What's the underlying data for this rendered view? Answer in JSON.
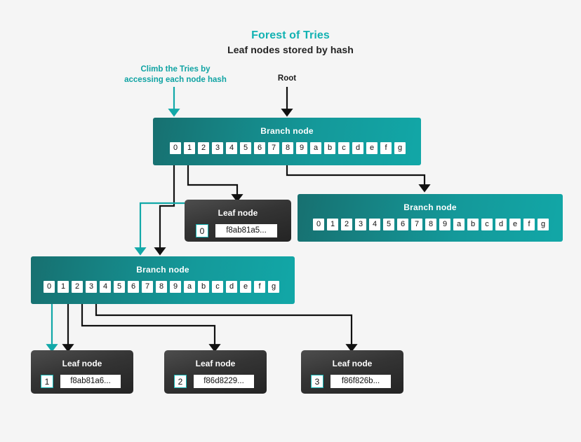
{
  "header": {
    "title": "Forest of Tries",
    "subtitle": "Leaf nodes stored by hash",
    "title_color": "#12b2b2"
  },
  "annotations": {
    "climb": "Climb the Tries by\naccessing each node hash",
    "climb_color": "#0fa3a3",
    "root": "Root",
    "root_color": "#1a1a1a"
  },
  "labels": {
    "branch_node": "Branch node",
    "leaf_node": "Leaf node"
  },
  "nibbles": [
    "0",
    "1",
    "2",
    "3",
    "4",
    "5",
    "6",
    "7",
    "8",
    "9",
    "a",
    "b",
    "c",
    "d",
    "e",
    "f",
    "g"
  ],
  "branch_nodes": [
    {
      "id": "root-branch",
      "label": "Branch node",
      "cells": [
        "0",
        "1",
        "2",
        "3",
        "4",
        "5",
        "6",
        "7",
        "8",
        "9",
        "a",
        "b",
        "c",
        "d",
        "e",
        "f",
        "g"
      ]
    },
    {
      "id": "right-branch",
      "label": "Branch node",
      "cells": [
        "0",
        "1",
        "2",
        "3",
        "4",
        "5",
        "6",
        "7",
        "8",
        "9",
        "a",
        "b",
        "c",
        "d",
        "e",
        "f",
        "g"
      ]
    },
    {
      "id": "left-branch",
      "label": "Branch node",
      "cells": [
        "0",
        "1",
        "2",
        "3",
        "4",
        "5",
        "6",
        "7",
        "8",
        "9",
        "a",
        "b",
        "c",
        "d",
        "e",
        "f",
        "g"
      ]
    }
  ],
  "leaf_nodes": [
    {
      "id": "leaf-top",
      "label": "Leaf node",
      "index": "0",
      "hash": "f8ab81a5..."
    },
    {
      "id": "leaf-one",
      "label": "Leaf node",
      "index": "1",
      "hash": "f8ab81a6..."
    },
    {
      "id": "leaf-two",
      "label": "Leaf node",
      "index": "2",
      "hash": "f86d8229..."
    },
    {
      "id": "leaf-three",
      "label": "Leaf node",
      "index": "3",
      "hash": "f86f826b..."
    }
  ],
  "colors": {
    "background": "#f5f5f5",
    "teal_accent": "#12b2b2",
    "branch_gradient_start": "#177070",
    "branch_gradient_end": "#12a7a7",
    "leaf_gradient_start": "#4d4d4d",
    "leaf_gradient_end": "#242424",
    "wire_dark": "#111111",
    "wire_teal": "#12a8a8"
  }
}
